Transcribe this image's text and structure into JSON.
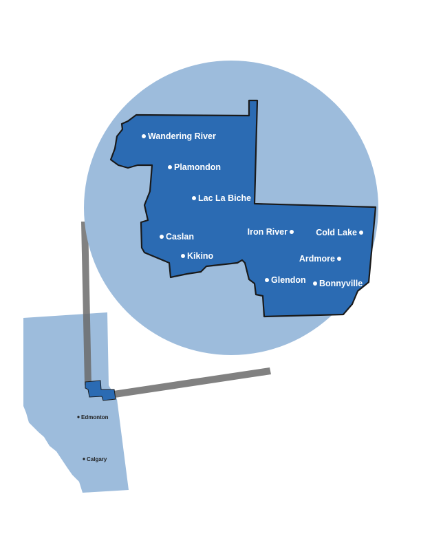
{
  "colors": {
    "magnifier_circle": "#9dbcdc",
    "region_fill": "#2b6bb3",
    "region_stroke": "#1a1a1a",
    "province_fill": "#9dbcdc",
    "connector": "#6b6b6b",
    "town_text": "#ffffff",
    "city_text": "#1f1f1f"
  },
  "inset_towns": [
    {
      "id": "wandering-river",
      "name": "Wandering River"
    },
    {
      "id": "plamondon",
      "name": "Plamondon"
    },
    {
      "id": "lac-la-biche",
      "name": "Lac La Biche"
    },
    {
      "id": "caslan",
      "name": "Caslan"
    },
    {
      "id": "kikino",
      "name": "Kikino"
    },
    {
      "id": "iron-river",
      "name": "Iron River"
    },
    {
      "id": "cold-lake",
      "name": "Cold Lake"
    },
    {
      "id": "ardmore",
      "name": "Ardmore"
    },
    {
      "id": "glendon",
      "name": "Glendon"
    },
    {
      "id": "bonnyville",
      "name": "Bonnyville"
    }
  ],
  "province_cities": [
    {
      "id": "edmonton",
      "name": "Edmonton"
    },
    {
      "id": "calgary",
      "name": "Calgary"
    }
  ]
}
